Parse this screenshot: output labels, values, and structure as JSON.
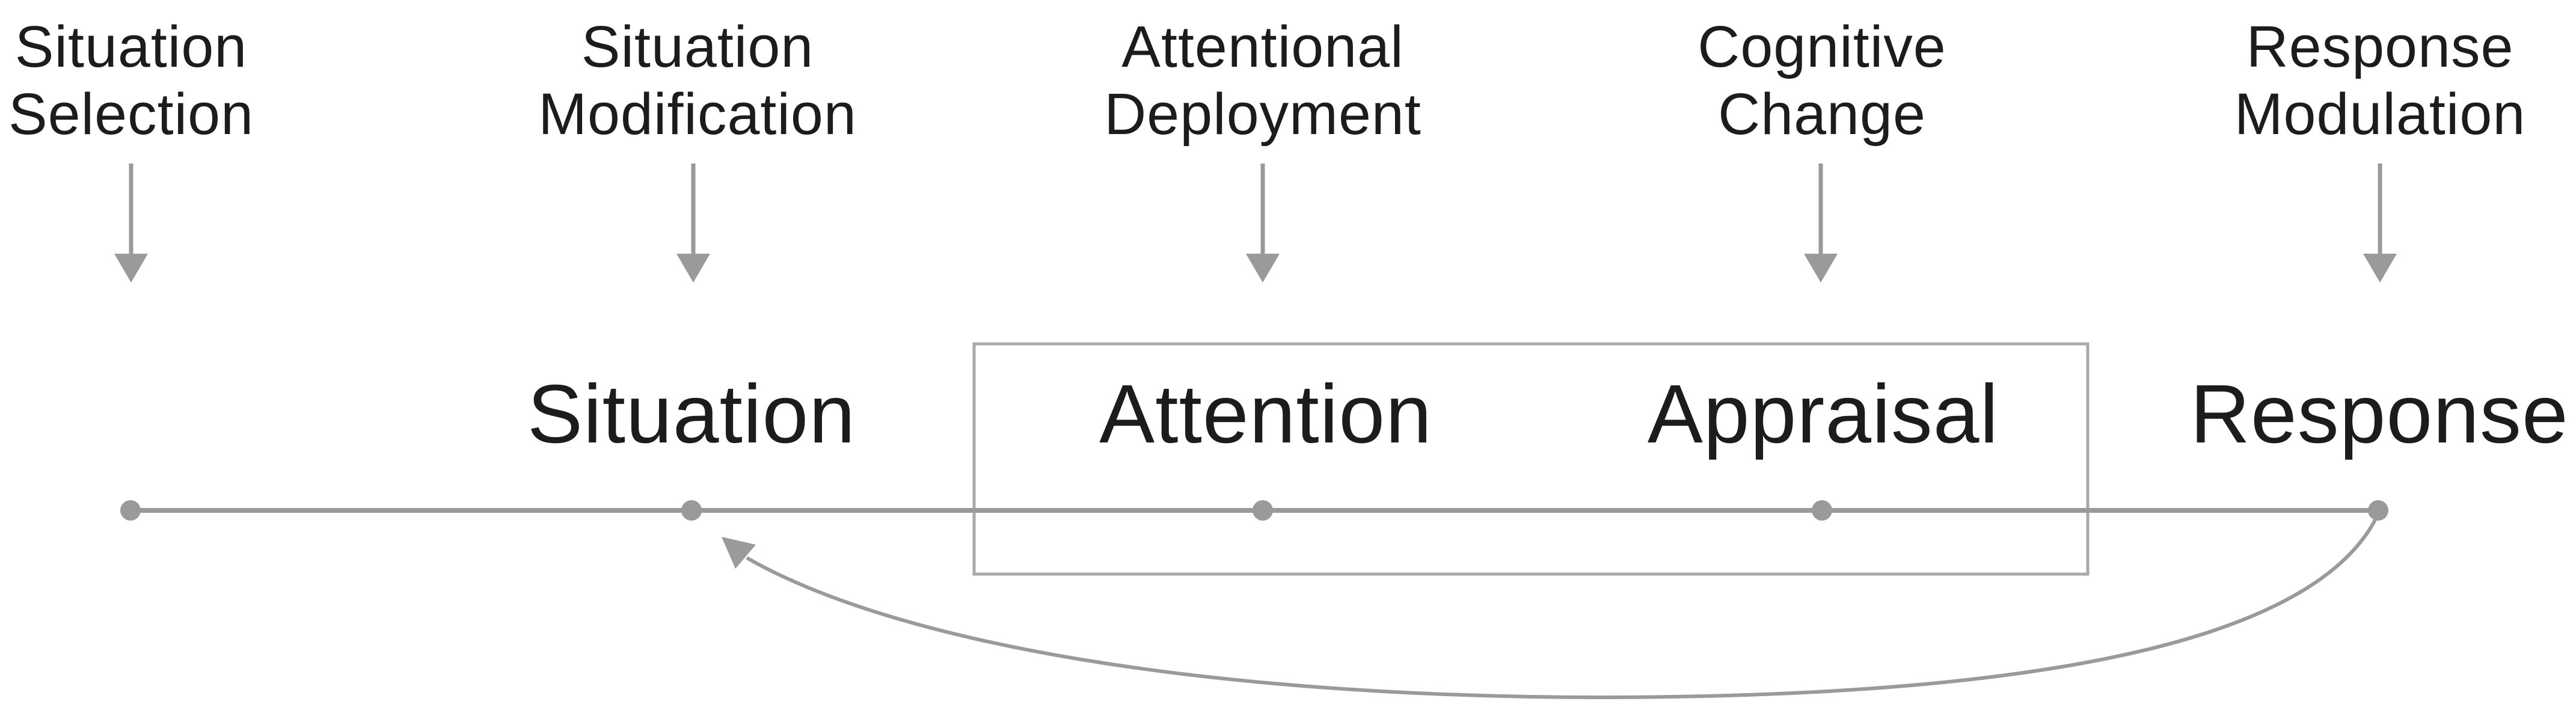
{
  "strategies": [
    {
      "line1": "Situation",
      "line2": "Selection"
    },
    {
      "line1": "Situation",
      "line2": "Modification"
    },
    {
      "line1": "Attentional",
      "line2": "Deployment"
    },
    {
      "line1": "Cognitive",
      "line2": "Change"
    },
    {
      "line1": "Response",
      "line2": "Modulation"
    }
  ],
  "timeline_labels": [
    "Situation",
    "Attention",
    "Appraisal",
    "Response"
  ],
  "icons": {
    "down_arrow": "down-arrow",
    "feedback_arrow": "curved-feedback-arrow",
    "timeline_dot": "timeline-dot"
  },
  "colors": {
    "element_gray": "#9a9a9a",
    "box_border_gray": "#a9a9a9",
    "text_black": "#1c1c1c",
    "background": "#ffffff"
  }
}
